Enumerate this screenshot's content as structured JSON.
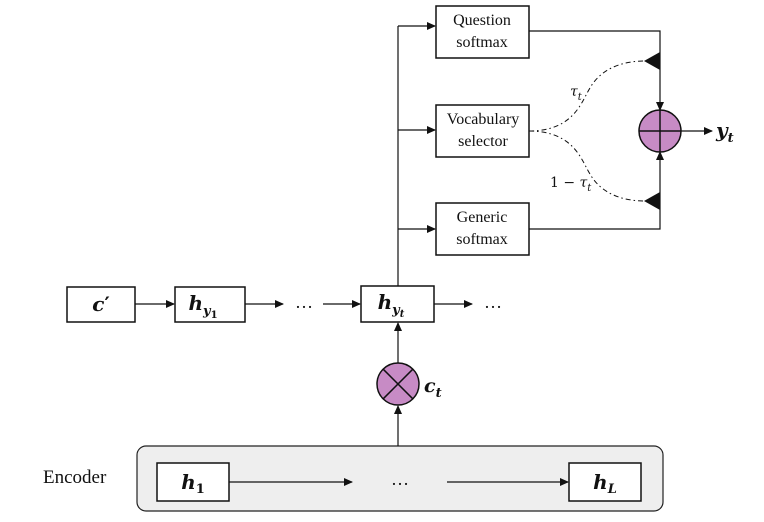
{
  "colors": {
    "operator_fill": "#c78bc5",
    "encoder_panel_fill": "#eeeeee",
    "box_stroke": "#111111"
  },
  "encoder": {
    "label": "Encoder",
    "first_state": {
      "base": "h",
      "sub": "1"
    },
    "ellipsis": "…",
    "last_state": {
      "base": "h",
      "sub": "L"
    }
  },
  "decoder": {
    "init_state": {
      "base": "c",
      "prime": "′"
    },
    "first_state": {
      "base": "h",
      "sub": "y",
      "subsub": "1"
    },
    "ellipsis_left": "…",
    "current_state": {
      "base": "h",
      "sub": "y",
      "subsub": "t"
    },
    "ellipsis_right": "…"
  },
  "context": {
    "base": "c",
    "sub": "t"
  },
  "heads": {
    "question": [
      "Question",
      "softmax"
    ],
    "vocabulary": [
      "Vocabulary",
      "selector"
    ],
    "generic": [
      "Generic",
      "softmax"
    ]
  },
  "gates": {
    "upper": {
      "base": "τ",
      "sub": "t"
    },
    "lower": {
      "prefix": "1 − ",
      "base": "τ",
      "sub": "t"
    }
  },
  "output": {
    "base": "y",
    "sub": "t"
  }
}
